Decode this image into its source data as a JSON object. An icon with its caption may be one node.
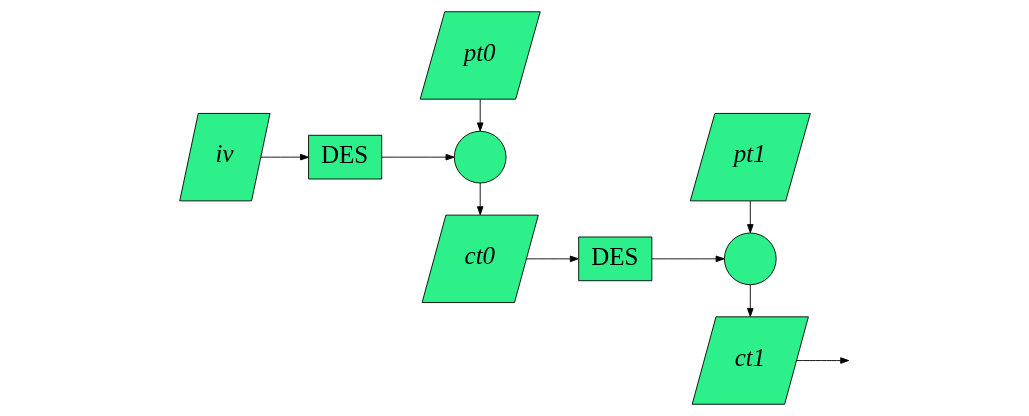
{
  "diagram": {
    "nodes": [
      {
        "text": [
          "iv"
        ]
      },
      {
        "text": [
          "DES"
        ]
      },
      {
        "text": [
          "pt0"
        ]
      },
      {
        "text": [],
        "shape": "circle"
      },
      {
        "text": [
          "ct0"
        ]
      },
      {
        "text": [
          "DES"
        ]
      },
      {
        "text": [
          "pt1"
        ]
      },
      {
        "text": [],
        "shape": "circle"
      },
      {
        "text": [
          "ct1"
        ]
      }
    ],
    "edges": [
      {
        "from": 0,
        "to": 1,
        "arrow": "to"
      },
      {
        "from": 1,
        "to": 3,
        "arrow": "to"
      },
      {
        "from": 2,
        "to": 3,
        "arrow": "to"
      },
      {
        "from": 3,
        "to": 4,
        "arrow": "to"
      },
      {
        "from": 4,
        "to": 5,
        "arrow": "to"
      },
      {
        "from": 5,
        "to": 7,
        "arrow": "to"
      },
      {
        "from": 6,
        "to": 7,
        "arrow": "to"
      },
      {
        "from": 7,
        "to": 8,
        "arrow": "to"
      },
      {
        "from": 8,
        "to": null,
        "arrow": "to"
      }
    ]
  }
}
